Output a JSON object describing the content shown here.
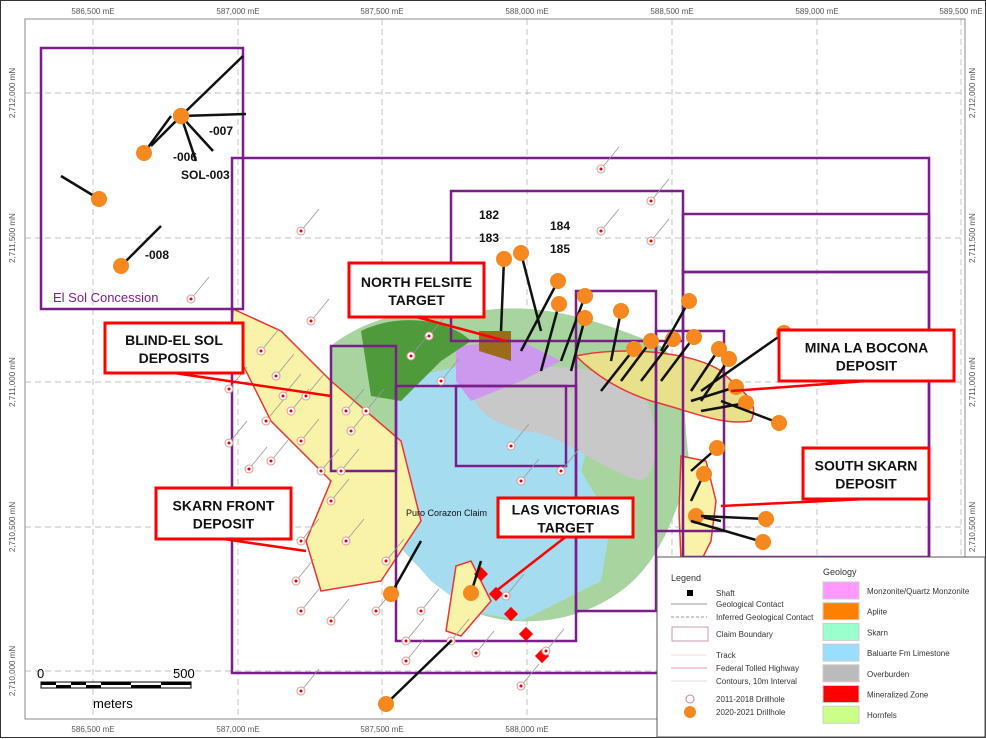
{
  "map": {
    "easting_labels": [
      "586,500 mE",
      "587,000 mE",
      "587,500 mE",
      "588,000 mE",
      "588,500 mE",
      "589,000 mE",
      "589,500 mE"
    ],
    "northing_labels": [
      "2,712,000 mN",
      "2,711,500 mN",
      "2,711,000 mN",
      "2,710,500 mN",
      "2,710,000 mN"
    ],
    "concession_label": "El Sol Concession",
    "claim_label": "Puro Corazon Claim",
    "drillhole_labels": [
      "-007",
      "-006",
      "SOL-003",
      "-008",
      "182",
      "183",
      "184",
      "185"
    ],
    "callouts": [
      {
        "line1": "NORTH FELSITE",
        "line2": "TARGET"
      },
      {
        "line1": "BLIND-EL SOL",
        "line2": "DEPOSITS"
      },
      {
        "line1": "MINA LA BOCONA",
        "line2": "DEPOSIT"
      },
      {
        "line1": "SOUTH SKARN",
        "line2": "DEPOSIT"
      },
      {
        "line1": "SKARN FRONT",
        "line2": "DEPOSIT"
      },
      {
        "line1": "LAS VICTORIAS",
        "line2": "TARGET"
      }
    ],
    "scale": {
      "start": "0",
      "end": "500",
      "unit": "meters"
    }
  },
  "legend": {
    "title": "Legend",
    "items": [
      "Shaft",
      "Geological Contact",
      "Inferred Geological Contact",
      "Claim Boundary",
      "Track",
      "Federal Tolled Highway",
      "Contours, 10m Interval",
      "2011-2018 Drillhole",
      "2020-2021 Drillhole"
    ]
  },
  "geology": {
    "title": "Geology",
    "units": [
      {
        "label": "Monzonite/Quartz Monzonite",
        "color": "#ff99ff"
      },
      {
        "label": "Aplite",
        "color": "#ff8000"
      },
      {
        "label": "Skarn",
        "color": "#99ffcc"
      },
      {
        "label": "Baluarte Fm Limestone",
        "color": "#99ddff"
      },
      {
        "label": "Overburden",
        "color": "#bbbbbb"
      },
      {
        "label": "Mineralized Zone",
        "color": "#ff0000"
      },
      {
        "label": "Hornfels",
        "color": "#ccff88"
      }
    ]
  },
  "colors": {
    "claim": "#7a1f8a",
    "callout_border": "#ff0000",
    "drillhole_new": "#f5891f"
  }
}
